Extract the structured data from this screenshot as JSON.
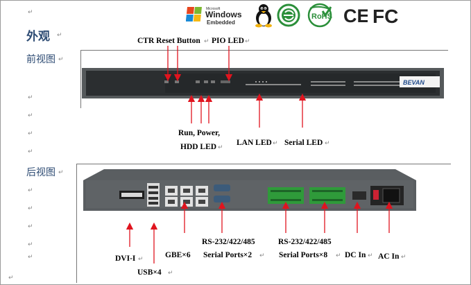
{
  "header_logos": {
    "windows_small": "Microsoft",
    "windows_big": "Windows",
    "windows_sub": "Embedded",
    "rohs": "RoHS",
    "ce": "CE",
    "fc": "FC"
  },
  "section_title": "外观",
  "front": {
    "title": "前视图",
    "device_brand": "BEVAN",
    "labels": {
      "ctr_reset": "CTR Reset Button",
      "pio_led": "PIO LED",
      "run_power_1": "Run, Power,",
      "run_power_2": "HDD LED",
      "lan_led": "LAN LED",
      "serial_led": "Serial LED"
    }
  },
  "rear": {
    "title": "后视图",
    "labels": {
      "dvi": "DVI-I",
      "usb": "USB×4",
      "gbe": "GBE×6",
      "rs232_a1": "RS-232/422/485",
      "rs232_a2": "Serial Ports×2",
      "rs232_b1": "RS-232/422/485",
      "rs232_b2": "Serial Ports×8",
      "dc_in": "DC In",
      "ac_in": "AC In"
    }
  },
  "paragraph_mark": "↵",
  "colors": {
    "arrow": "#e0141e",
    "heading": "#2d4b73",
    "device": "#3f4345",
    "terminal": "#2f9a3a"
  }
}
